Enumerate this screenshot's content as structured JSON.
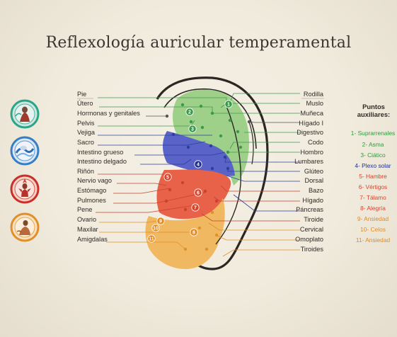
{
  "title": "Reflexología auricular temperamental",
  "left_labels": [
    "Pie",
    "Útero",
    "Hormonas y genitales",
    "Pelvis",
    "Vejiga",
    "Sacro",
    "Intestino grueso",
    "Intestino delgado",
    "Riñón",
    "Nervio vago",
    "Estómago",
    "Pulmones",
    "Pene",
    "Ovario",
    "Maxilar",
    "Amigdalas"
  ],
  "right_labels": [
    "Rodilla",
    "Muslo",
    "Muñeca",
    "Hígado I",
    "Digestivo",
    "Codo",
    "Hombro",
    "Lumbares",
    "Glúteo",
    "Dorsal",
    "Bazo",
    "Hígado",
    "Páncreas",
    "Tiroide",
    "Cervical",
    "Omoplato",
    "Tiroides"
  ],
  "aux": {
    "title_line1": "Puntos",
    "title_line2": "auxiliares:",
    "items": [
      {
        "text": "1- Suprarrenales",
        "color": "#2f9a3c"
      },
      {
        "text": "2- Asma",
        "color": "#2f9a3c"
      },
      {
        "text": "3- Ciático",
        "color": "#2f9a3c"
      },
      {
        "text": "4- Plexo solar",
        "color": "#1e2f8f"
      },
      {
        "text": "5- Hambre",
        "color": "#d8432b"
      },
      {
        "text": "6- Vértigos",
        "color": "#d8432b"
      },
      {
        "text": "7- Tálamo",
        "color": "#d8432b"
      },
      {
        "text": "8- Alegría",
        "color": "#d8432b"
      },
      {
        "text": "9- Ansiedad",
        "color": "#e48a1c"
      },
      {
        "text": "10- Celos",
        "color": "#e48a1c"
      },
      {
        "text": "11- Ansiedad",
        "color": "#e48a1c"
      }
    ]
  },
  "ear_numbers": [
    "1",
    "2",
    "3",
    "4",
    "5",
    "6",
    "7",
    "8",
    "9",
    "10",
    "11"
  ],
  "zone_colors": {
    "green": "#9fd08a",
    "blue": "#5a63c8",
    "red": "#e8624a",
    "orange": "#f0b860"
  },
  "medallion_icons": [
    "water-figure-medallion-icon",
    "wave-medallion-icon",
    "fire-figure-medallion-icon",
    "earth-figure-medallion-icon"
  ]
}
